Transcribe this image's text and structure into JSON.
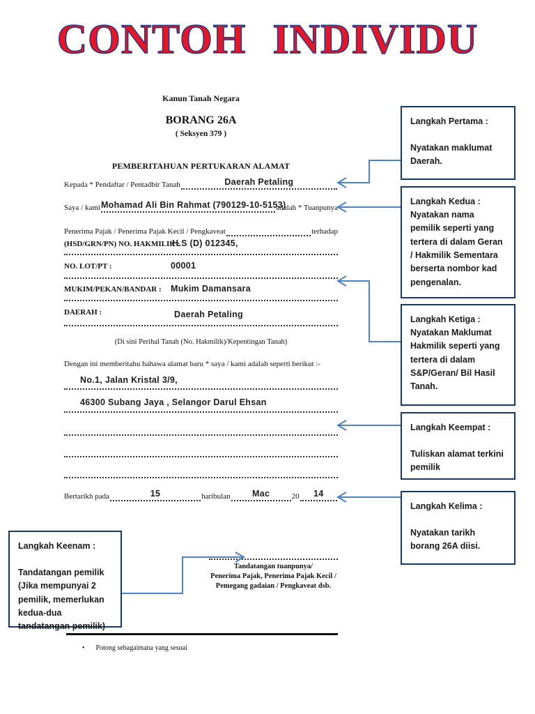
{
  "banner": {
    "title": "CONTOH  INDIVIDU"
  },
  "form": {
    "header": {
      "law": "Kanun Tanah Negara",
      "form_no": "BORANG 26A",
      "section": "( Seksyen 379 )",
      "doc_title": "PEMBERITAHUAN PERTUKARAN ALAMAT"
    },
    "fields": {
      "kepada_label": "Kepada * Pendaftar / Pentadbir Tanah",
      "kepada_value": "Daerah Petaling",
      "saya_label": "Saya / kami",
      "saya_value": "Mohamad Ali Bin Rahmat (790129-10-5153)",
      "saya_suffix": "adalah * Tuanpunya",
      "penerima_label": "Penerima Pajak / Penerima Pajak Kecil / Pengkaveat",
      "penerima_suffix": "terhadap",
      "hakmilik_label": "(HSD/GRN/PN) NO. HAKMILIK :",
      "hakmilik_value": "H.S (D) 012345,",
      "lot_label": "NO. LOT/PT :",
      "lot_value": "00001",
      "mukim_label": "MUKIM/PEKAN/BANDAR :",
      "mukim_value": "Mukim Damansara",
      "daerah_label": "DAERAH :",
      "daerah_value": "Daerah Petaling",
      "perihal_note": "(Di sini Perihal Tanah (No. Hakmilik)/Kepentingan Tanah)",
      "alamat_intro": "Dengan ini memberitahu bahawa alamat baru * saya / kami adalah seperti berikut :-",
      "alamat_line1": "No.1, Jalan Kristal 3/9,",
      "alamat_line2": "46300 Subang Jaya , Selangor Darul Ehsan",
      "date_label": "Bertarikh pada",
      "date_day": "15",
      "date_haribulan": "haribulan",
      "date_month": "Mac",
      "date_century": "20",
      "date_year": "14"
    },
    "signature": {
      "line1": "Tandatangan tuanpunya/",
      "line2": "Penerima Pajak, Penerima Pajak Kecil /",
      "line3": "Pemegang gadaian / Pengkaveat dsb."
    },
    "footnote_bullet": "•",
    "footnote": "Potong sebagaimana yang sesuai"
  },
  "callouts": [
    {
      "title": "Langkah Pertama :",
      "body": "Nyatakan maklumat Daerah."
    },
    {
      "title": "Langkah Kedua :",
      "body": "Nyatakan nama pemilik seperti yang tertera di dalam Geran / Hakmilik Sementara berserta nombor kad pengenalan."
    },
    {
      "title": "Langkah Ketiga :",
      "body": "Nyatakan Maklumat Hakmilik seperti yang tertera di dalam S&P/Geran/ Bil Hasil Tanah."
    },
    {
      "title": "Langkah Keempat :",
      "body": "Tuliskan alamat terkini pemilik"
    },
    {
      "title": "Langkah Kelima :",
      "body": "Nyatakan tarikh borang 26A diisi."
    },
    {
      "title": "Langkah Keenam :",
      "body": "Tandatangan pemilik (Jika mempunyai 2 pemilik, memerlukan kedua-dua tandatangan pemilik)"
    }
  ],
  "colors": {
    "title_red": "#e0182b",
    "title_outline_blue": "#27357e",
    "callout_border_navy": "#17375e",
    "arrow_blue": "#4f81bd"
  }
}
